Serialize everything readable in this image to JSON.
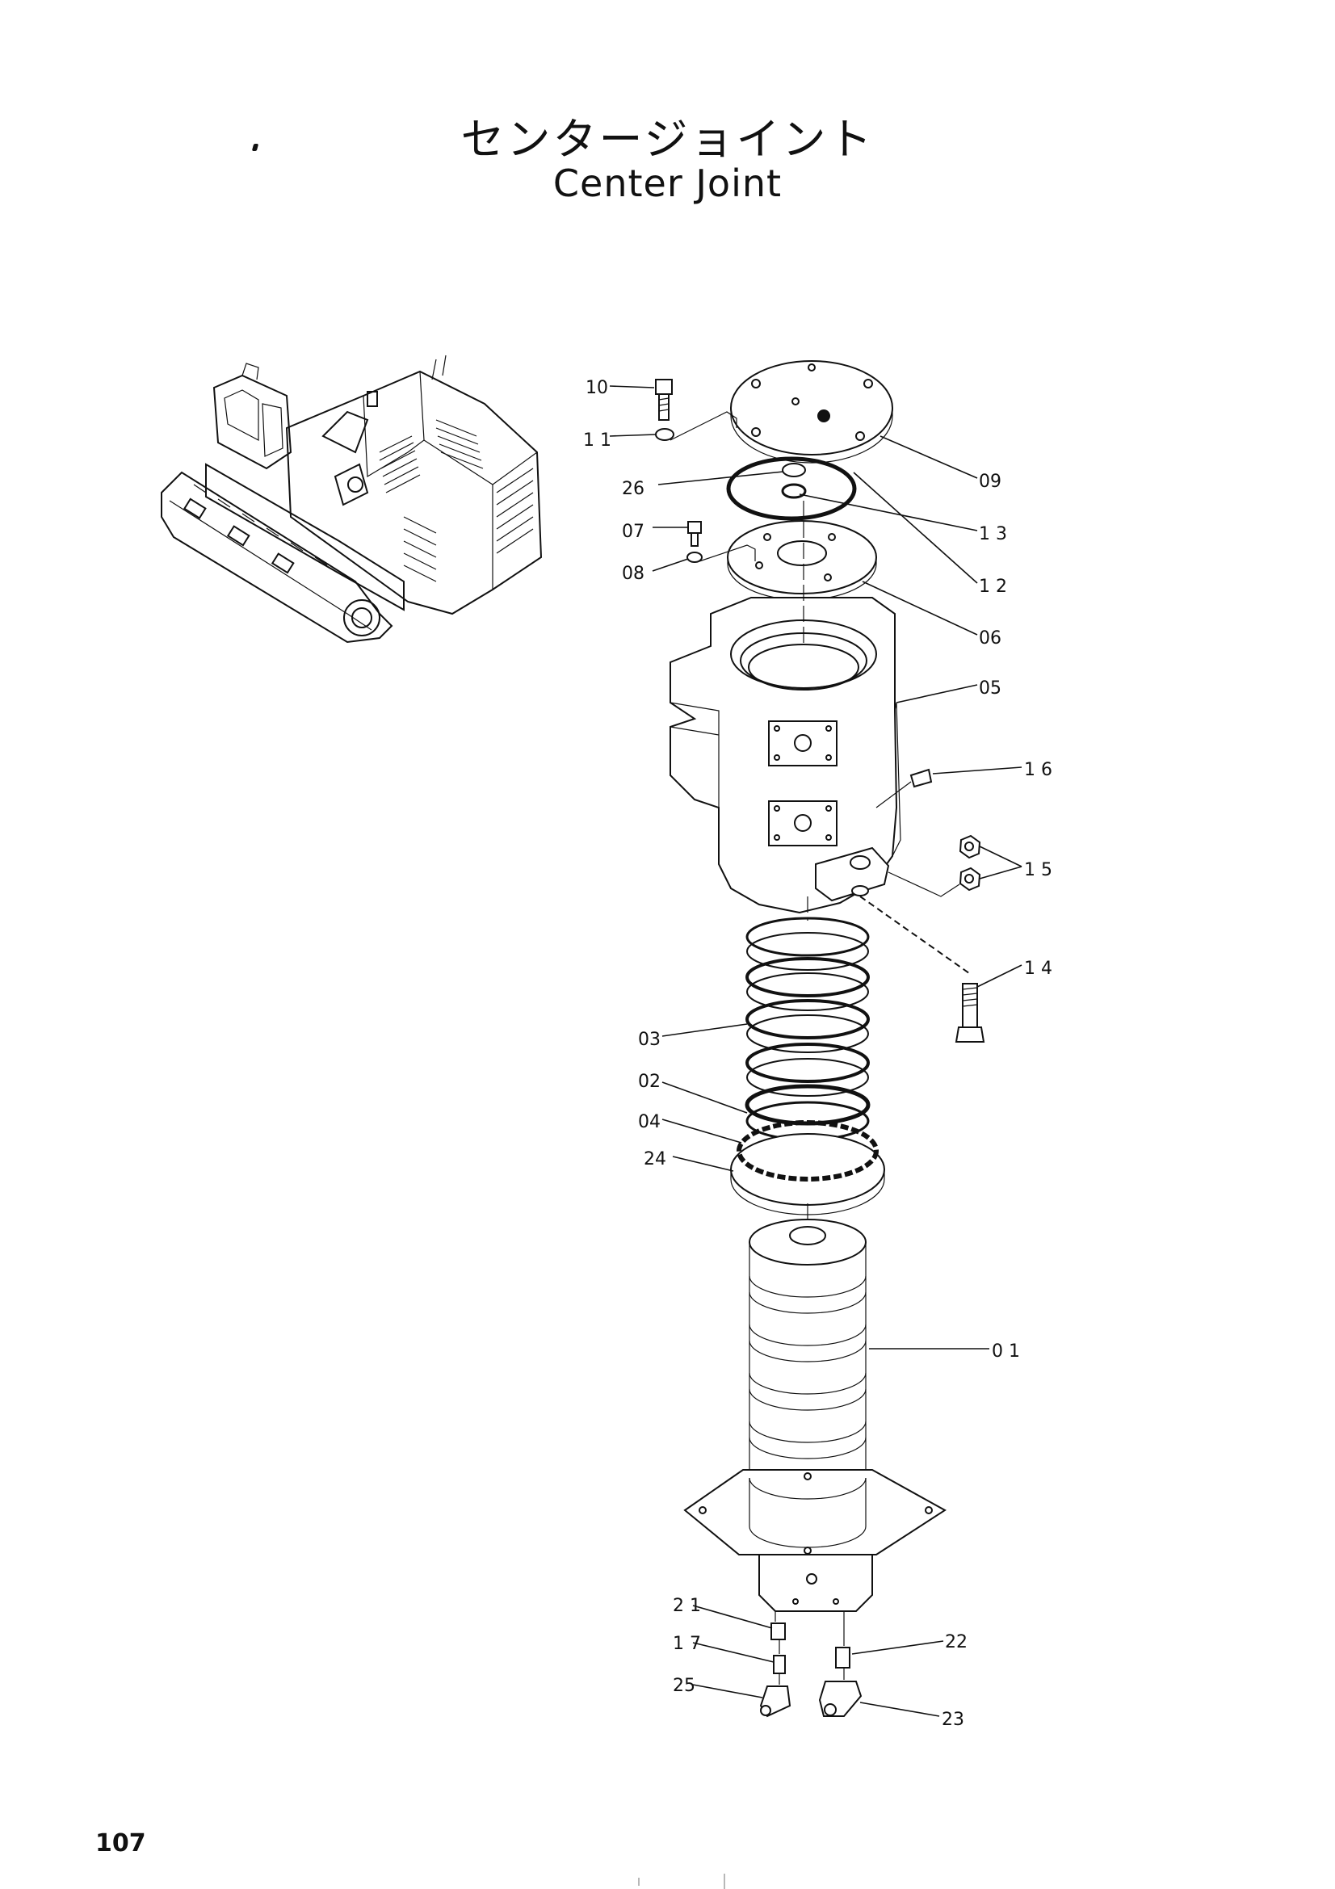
{
  "title_jp": "センタージョイント",
  "title_en": "Center Joint",
  "page_number": "107",
  "labels": [
    {
      "id": "10",
      "text": "10"
    },
    {
      "id": "11",
      "text": "1 1"
    },
    {
      "id": "26",
      "text": "26"
    },
    {
      "id": "07",
      "text": "07"
    },
    {
      "id": "08",
      "text": "08"
    },
    {
      "id": "09",
      "text": "09"
    },
    {
      "id": "13",
      "text": "1 3"
    },
    {
      "id": "12",
      "text": "1 2"
    },
    {
      "id": "06",
      "text": "06"
    },
    {
      "id": "05",
      "text": "05"
    },
    {
      "id": "16",
      "text": "1 6"
    },
    {
      "id": "15",
      "text": "1 5"
    },
    {
      "id": "14",
      "text": "1 4"
    },
    {
      "id": "03",
      "text": "03"
    },
    {
      "id": "02",
      "text": "02"
    },
    {
      "id": "04",
      "text": "04"
    },
    {
      "id": "24",
      "text": "24"
    },
    {
      "id": "01",
      "text": "0 1"
    },
    {
      "id": "21",
      "text": "2 1"
    },
    {
      "id": "17",
      "text": "1 7"
    },
    {
      "id": "25",
      "text": "25"
    },
    {
      "id": "22",
      "text": "22"
    },
    {
      "id": "23",
      "text": "23"
    }
  ]
}
